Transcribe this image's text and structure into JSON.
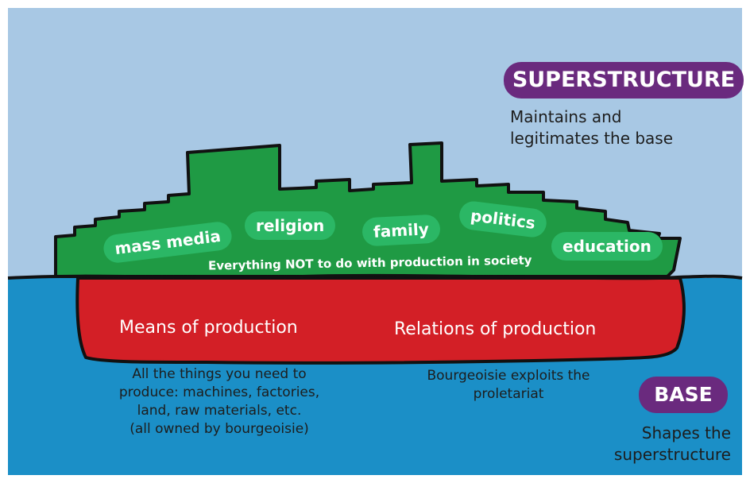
{
  "superstructure": {
    "title": "SUPERSTRUCTURE",
    "description_line1": "Maintains and",
    "description_line2": "legitimates the base"
  },
  "base": {
    "title": "BASE",
    "description_line1": "Shapes the",
    "description_line2": "superstructure"
  },
  "institutions": [
    "mass media",
    "religion",
    "family",
    "politics",
    "education"
  ],
  "deck_caption": "Everything NOT to do with production in society",
  "hull": {
    "left_label": "Means of production",
    "right_label": "Relations of production"
  },
  "means_note": [
    "All the things you need to",
    "produce: machines, factories,",
    "land, raw materials, etc.",
    "(all owned by bourgeoisie)"
  ],
  "relations_note": [
    "Bourgeoisie exploits the",
    "proletariat"
  ],
  "colors": {
    "sky": "#a8c8e4",
    "sea": "#1b8fc7",
    "ship_upper": "#1f9a44",
    "ship_hull": "#d31f26",
    "accent_purple": "#6a2a7e",
    "tag_green": "#2bb765"
  }
}
